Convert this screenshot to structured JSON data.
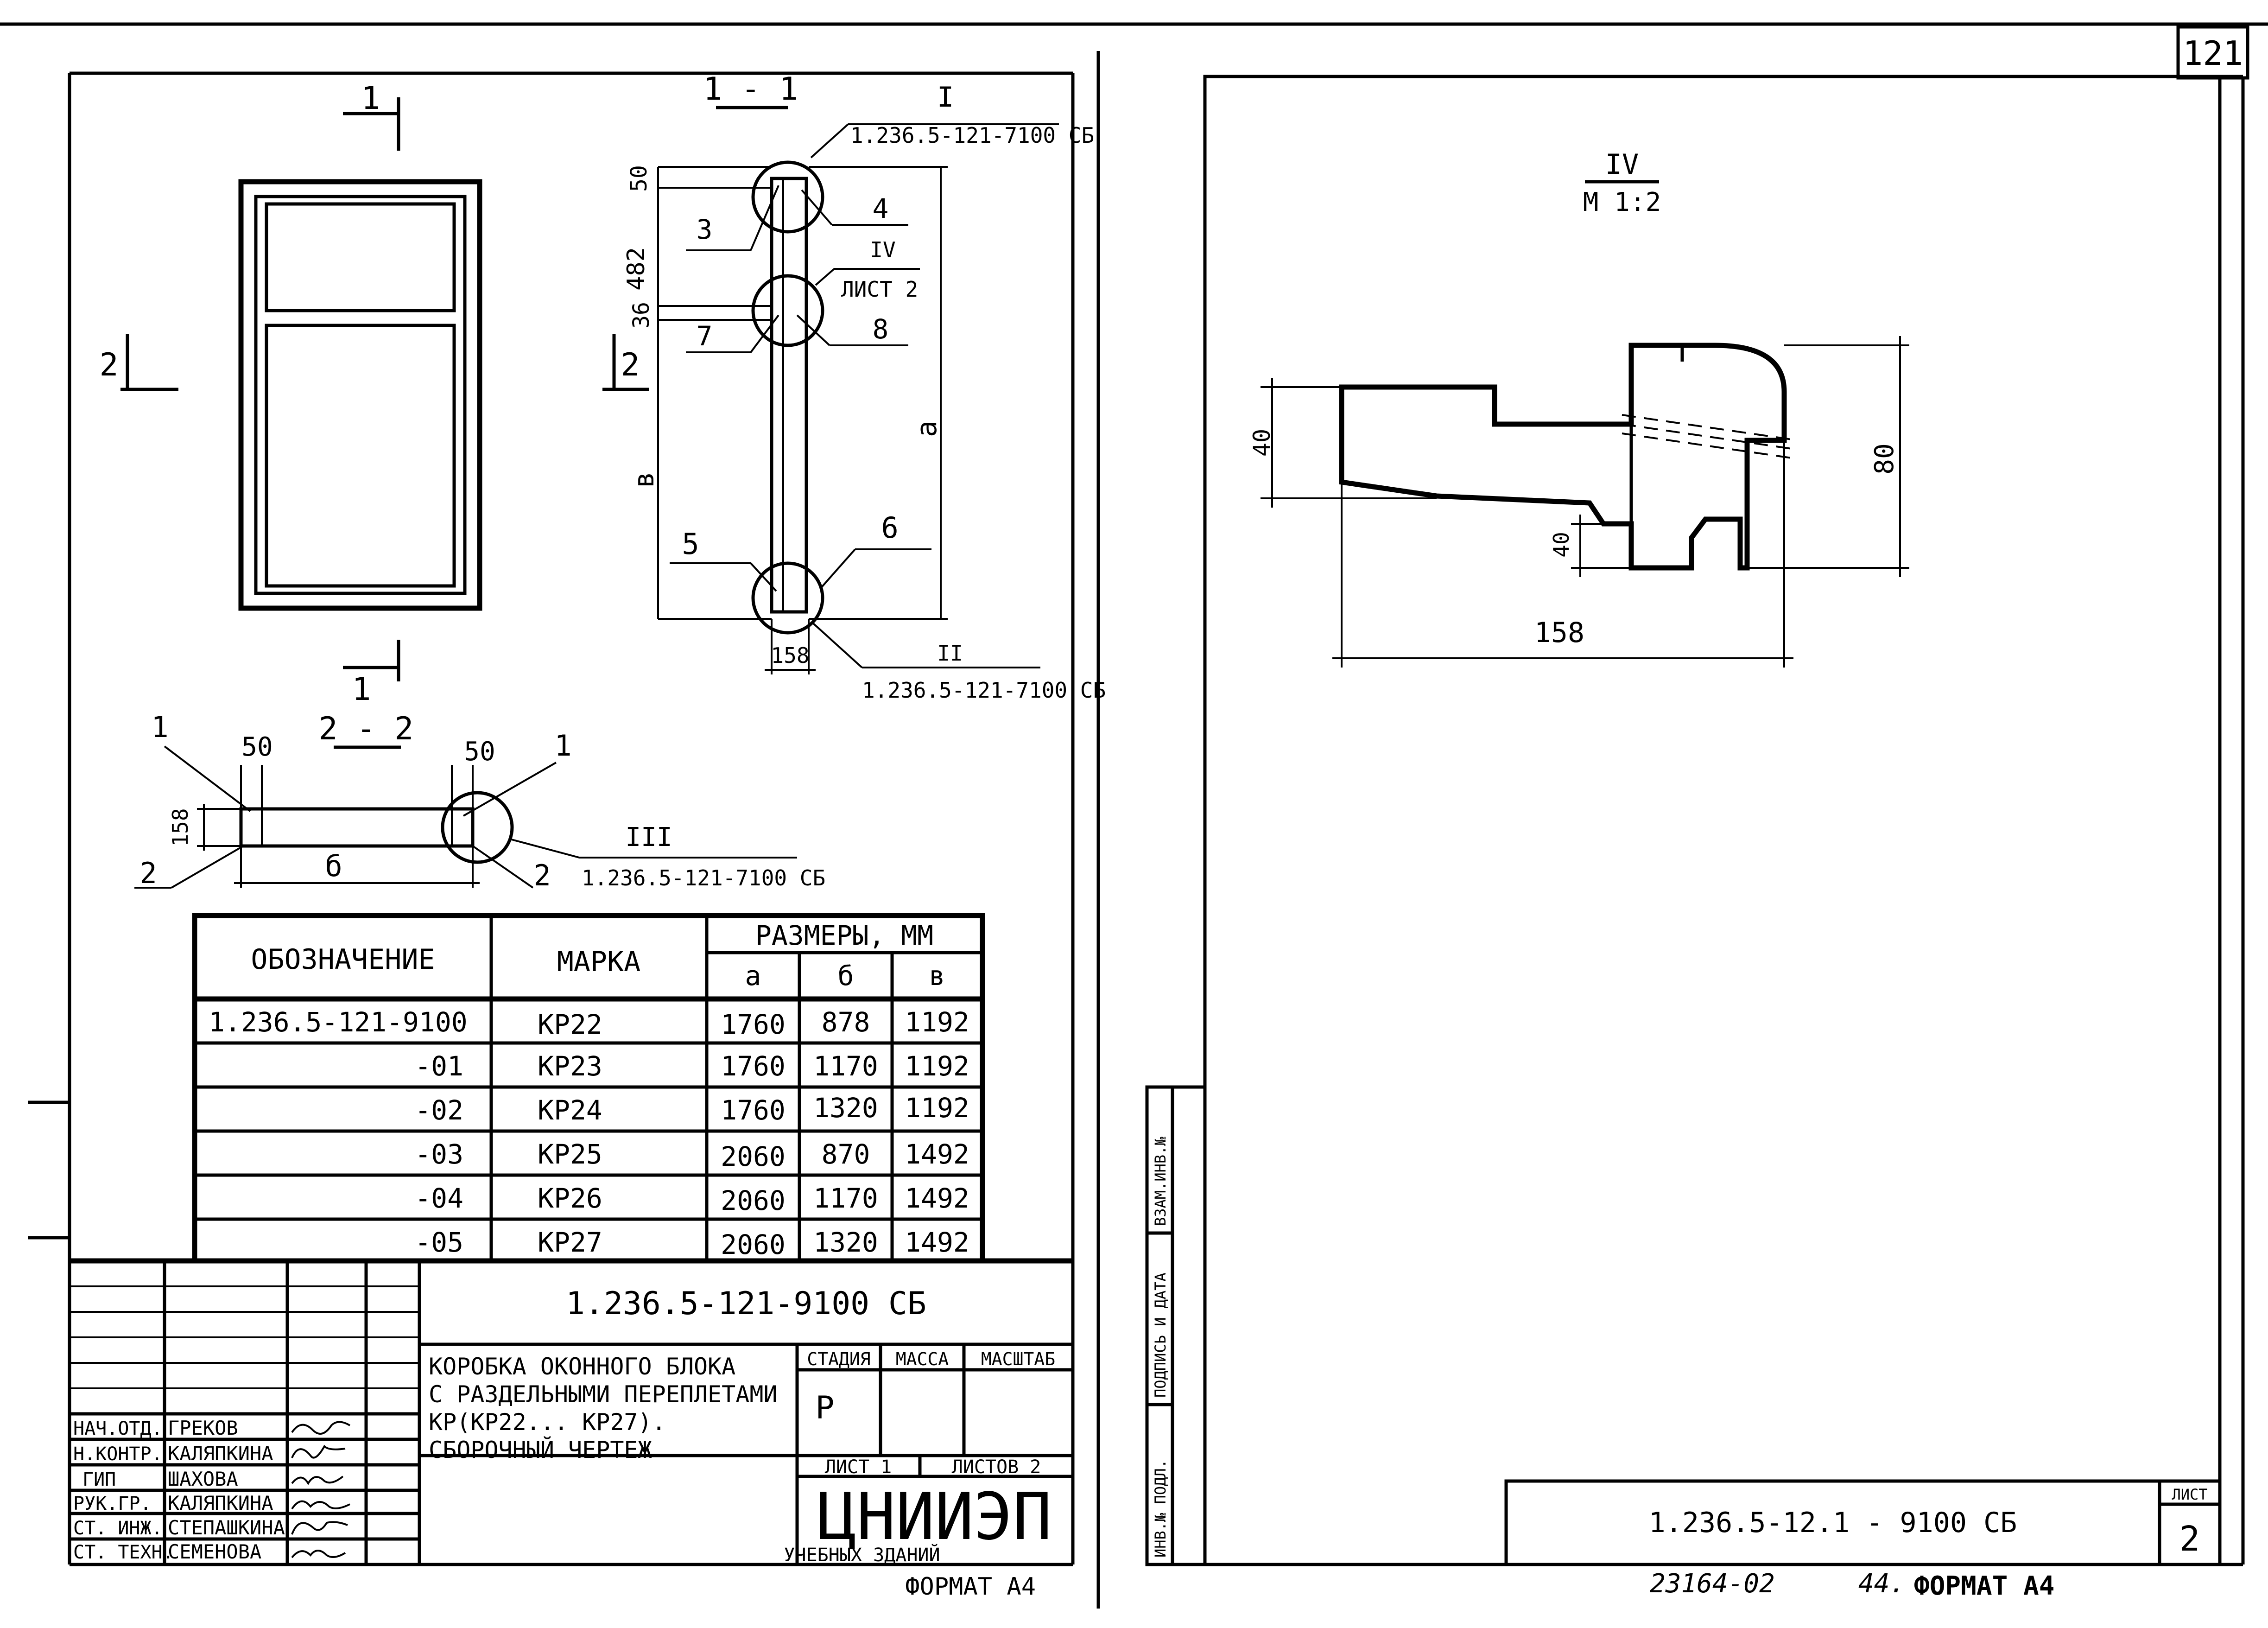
{
  "sheet_number_top": "121",
  "left_sheet": {
    "section_1_1": {
      "label": "1 - 1",
      "cut_mark_top": "1",
      "cut_mark_bottom": "1",
      "side_mark_left": "2",
      "side_mark_right": "2",
      "node_I": {
        "numeral": "I",
        "ref": "1.236.5-121-7100 СБ"
      },
      "node_II": {
        "numeral": "II",
        "ref": "1.236.5-121-7100 СБ"
      },
      "node_IV": {
        "numeral": "IV",
        "ref": "ЛИСТ 2"
      },
      "dim_50": "50",
      "dim_482": "482",
      "dim_36": "36",
      "dim_v": "в",
      "dim_a": "а",
      "dim_158": "158",
      "pos_3": "3",
      "pos_4": "4",
      "pos_7": "7",
      "pos_8": "8",
      "pos_5": "5",
      "pos_6": "6"
    },
    "section_2_2": {
      "label": "2 - 2",
      "pos_1_left": "1",
      "pos_1_right": "1",
      "pos_2_left": "2",
      "pos_2_right": "2",
      "dim_50_left": "50",
      "dim_50_right": "50",
      "dim_158": "158",
      "dim_b": "б",
      "node_III": {
        "numeral": "III",
        "ref": "1.236.5-121-7100 СБ"
      }
    },
    "spec_table": {
      "header_designation": "ОБОЗНАЧЕНИЕ",
      "header_mark": "МАРКА",
      "header_sizes": "РАЗМЕРЫ, ММ",
      "header_a": "а",
      "header_b": "б",
      "header_v": "в",
      "rows": [
        {
          "designation": "1.236.5-121-9100",
          "mark": "КР22",
          "a": "1760",
          "b": "878",
          "v": "1192"
        },
        {
          "designation": "-01",
          "mark": "КР23",
          "a": "1760",
          "b": "1170",
          "v": "1192"
        },
        {
          "designation": "-02",
          "mark": "КР24",
          "a": "1760",
          "b": "1320",
          "v": "1192"
        },
        {
          "designation": "-03",
          "mark": "КР25",
          "a": "2060",
          "b": "870",
          "v": "1492"
        },
        {
          "designation": "-04",
          "mark": "КР26",
          "a": "2060",
          "b": "1170",
          "v": "1492"
        },
        {
          "designation": "-05",
          "mark": "КР27",
          "a": "2060",
          "b": "1320",
          "v": "1492"
        }
      ]
    },
    "title_block": {
      "doc_code": "1.236.5-121-9100 СБ",
      "title_line1": "КОРОБКА ОКОННОГО БЛОКА",
      "title_line2": "С РАЗДЕЛЬНЫМИ ПЕРЕПЛЕТАМИ",
      "title_line3": "КР(КР22... КР27).",
      "title_line4": "СБОРОЧНЫЙ  ЧЕРТЕЖ",
      "col_stage": "СТАДИЯ",
      "col_mass": "МАССА",
      "col_scale": "МАСШТАБ",
      "stage_value": "Р",
      "sheet_label": "ЛИСТ 1",
      "sheets_label": "ЛИСТОВ 2",
      "org_logo": "ЦНИИЭП",
      "org_subtitle": "УЧЕБНЫХ  ЗДАНИЙ",
      "staff": [
        {
          "role": "НАЧ.ОТД.",
          "name": "ГРЕКОВ"
        },
        {
          "role": "Н.КОНТР.",
          "name": "КАЛЯПКИНА"
        },
        {
          "role": "ГИП",
          "name": "ШАХОВА"
        },
        {
          "role": "РУК.ГР.",
          "name": "КАЛЯПКИНА"
        },
        {
          "role": "СТ. ИНЖ.",
          "name": "СТЕПАШКИНА"
        },
        {
          "role": "СТ. ТЕХН.",
          "name": "СЕМЕНОВА"
        }
      ]
    },
    "format": "ФОРМАТ А4"
  },
  "right_sheet": {
    "detail_title": "IV",
    "detail_scale": "М 1:2",
    "dim_40_left": "40",
    "dim_40_small": "40",
    "dim_80": "80",
    "dim_158": "158",
    "stamp_labels": [
      "ИНВ.№ ПОДЛ.",
      "ПОДПИСЬ И ДАТА",
      "ВЗАМ.ИНВ.№"
    ],
    "doc_code": "1.236.5-12.1 - 9100 СБ",
    "sheet_label": "ЛИСТ",
    "sheet_number": "2",
    "bottom_number": "23164-02",
    "bottom_page": "44.",
    "format": "ФОРМАТ А4"
  }
}
